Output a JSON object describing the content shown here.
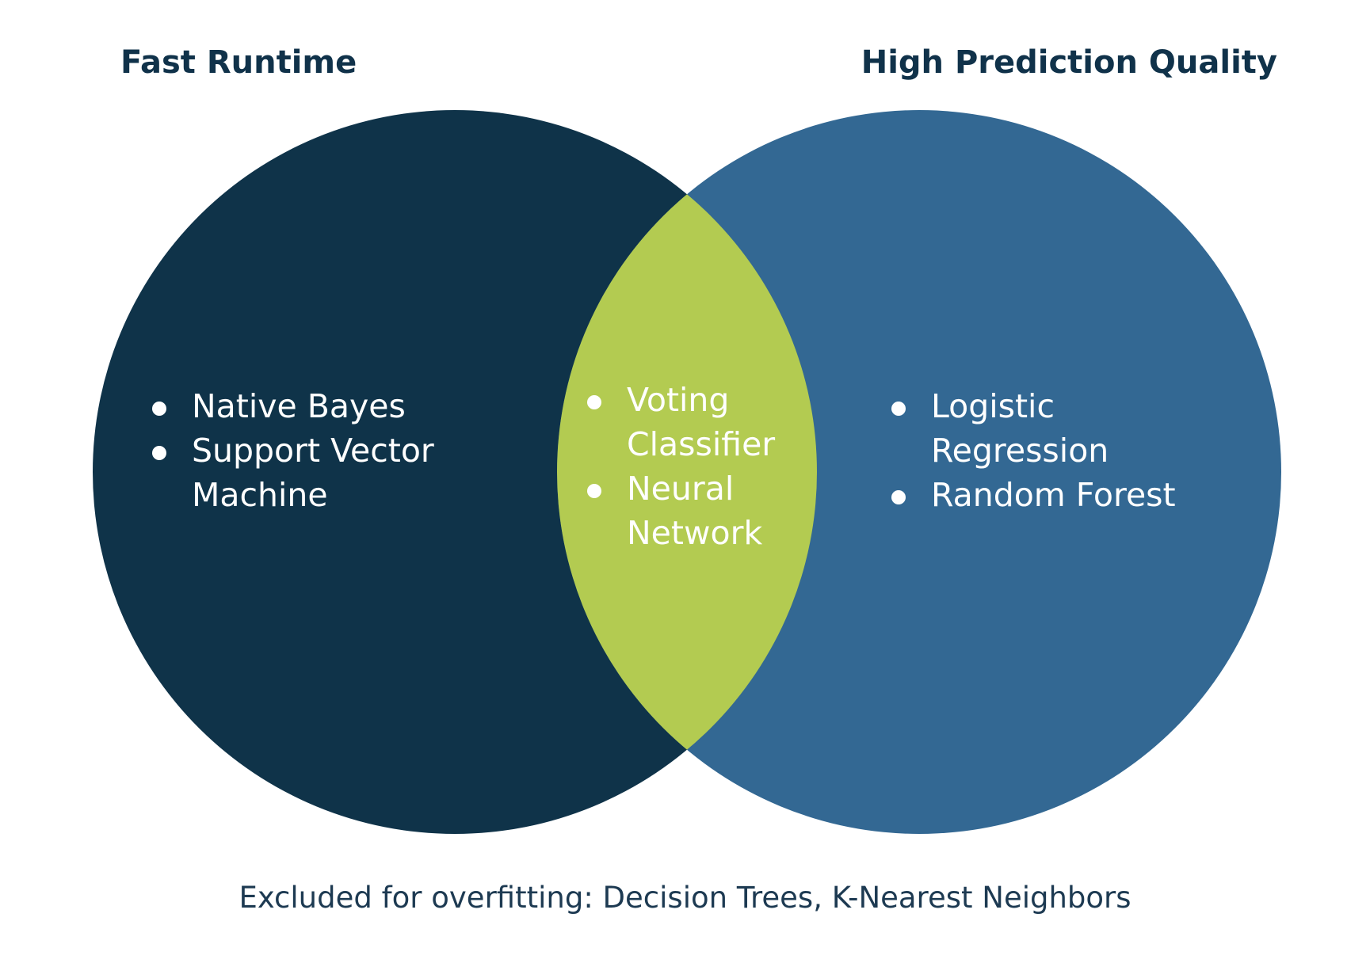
{
  "colors": {
    "left_set": "#0f3349",
    "right_set": "#336893",
    "overlap": "#b3cb51",
    "text_dark": "#10324a",
    "text_light": "#ffffff"
  },
  "sets": {
    "left": {
      "title": "Fast Runtime",
      "items": [
        "Native Bayes",
        "Support Vector Machine"
      ]
    },
    "right": {
      "title": "High Prediction Quality",
      "items": [
        "Logistic Regression",
        "Random Forest"
      ]
    },
    "overlap": {
      "items": [
        "Voting Classifier",
        "Neural Network"
      ]
    }
  },
  "footnote": "Excluded for overfitting: Decision Trees, K-Nearest Neighbors"
}
